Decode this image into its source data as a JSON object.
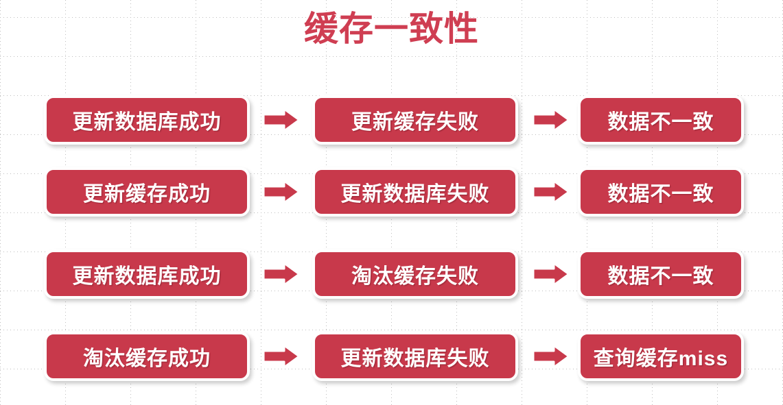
{
  "title": "缓存一致性",
  "theme": {
    "box_fill": "#c8394b",
    "box_border": "#ffffff",
    "text_color": "#ffffff",
    "title_color": "#cf3e52",
    "arrow_fill": "#c8394b",
    "arrow_outline": "#ffffff",
    "background": "#ffffff",
    "grid_color": "#bdbdbd"
  },
  "flow": {
    "rows": [
      {
        "nodes": [
          {
            "label": "更新数据库成功"
          },
          {
            "label": "更新缓存失败"
          },
          {
            "label": "数据不一致"
          }
        ],
        "arrows": [
          {
            "name": "arrow-right-icon"
          },
          {
            "name": "arrow-right-icon"
          }
        ]
      },
      {
        "nodes": [
          {
            "label": "更新缓存成功"
          },
          {
            "label": "更新数据库失败"
          },
          {
            "label": "数据不一致"
          }
        ],
        "arrows": [
          {
            "name": "arrow-right-icon"
          },
          {
            "name": "arrow-right-icon"
          }
        ]
      },
      {
        "nodes": [
          {
            "label": "更新数据库成功"
          },
          {
            "label": "淘汰缓存失败"
          },
          {
            "label": "数据不一致"
          }
        ],
        "arrows": [
          {
            "name": "arrow-right-icon"
          },
          {
            "name": "arrow-right-icon"
          }
        ]
      },
      {
        "nodes": [
          {
            "label": "淘汰缓存成功"
          },
          {
            "label": "更新数据库失败"
          },
          {
            "label": "查询缓存miss"
          }
        ],
        "arrows": [
          {
            "name": "arrow-right-icon"
          },
          {
            "name": "arrow-right-icon"
          }
        ]
      }
    ]
  }
}
